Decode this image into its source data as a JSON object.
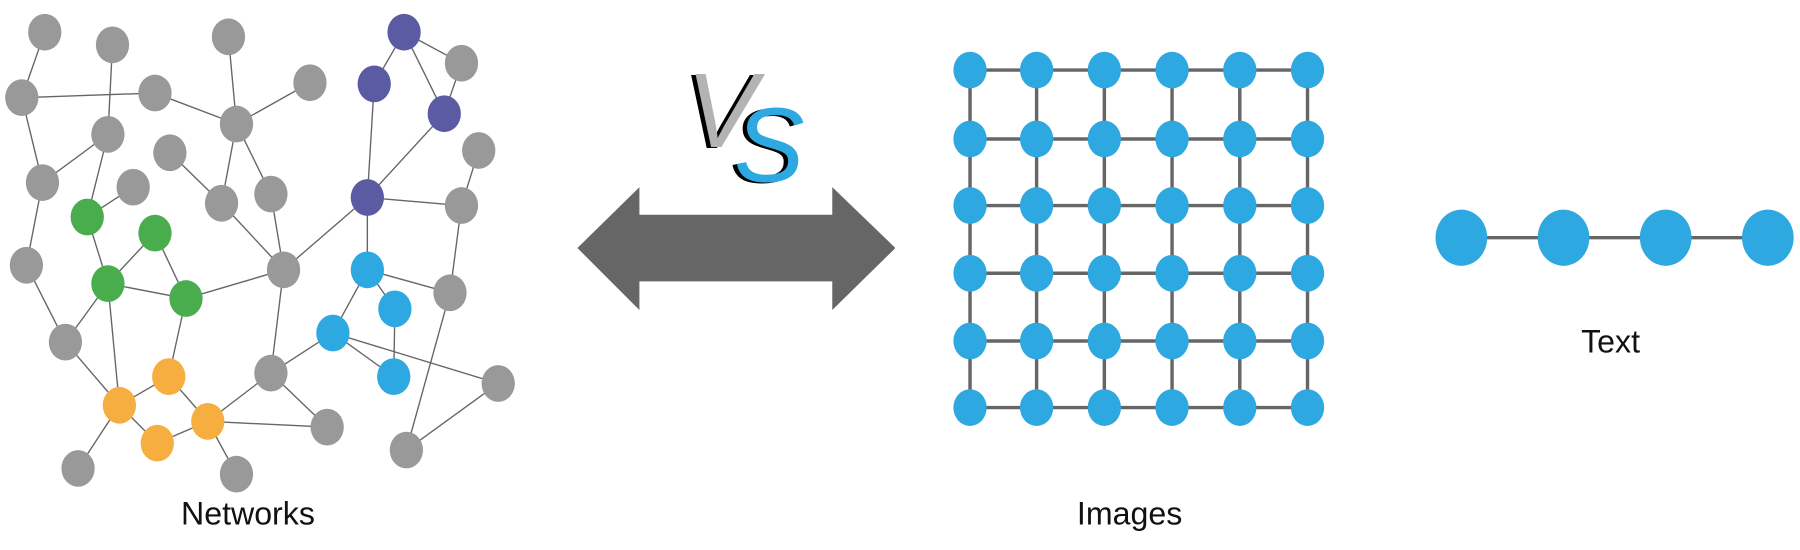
{
  "labels": {
    "networks": "Networks",
    "images": "Images",
    "text": "Text"
  },
  "logo": {
    "v": "V",
    "s": "S"
  },
  "colors": {
    "gray": "#999999",
    "green": "#4aad4d",
    "purple": "#5b5ba3",
    "blue": "#2ea8e0",
    "orange": "#f7ae41",
    "edge": "#666666",
    "arrow": "#666666",
    "v_fill": "#b3b3b3",
    "shadow": "#000000"
  },
  "image_grid": {
    "rows": 6,
    "cols": 6
  },
  "text_chain": {
    "nodes": 4
  }
}
